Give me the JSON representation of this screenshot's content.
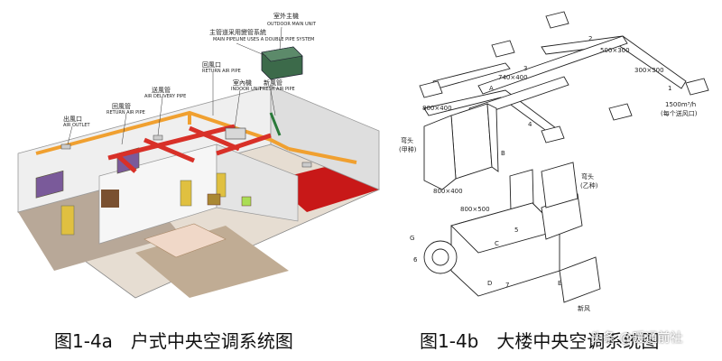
{
  "left_diagram": {
    "labels": {
      "outdoor_unit": "室外主機",
      "outdoor_unit_en": "OUTDOOR MAIN UNIT",
      "main_pipeline": "主管道采用變管系統",
      "main_pipeline_en": "MAIN PIPELINE USES A DOUBLE PIPE SYSTEM",
      "return_air_outlet": "回風口",
      "return_air_outlet_en": "RETURN AIR PIPE",
      "indoor_unit": "室內機",
      "indoor_unit_en": "INDOOR UNIT",
      "fresh_air_pipe": "新風管",
      "fresh_air_pipe_en": "FRESH AIR PIPE",
      "delivery_pipe": "送風管",
      "delivery_pipe_en": "AIR DELIVERY PIPE",
      "return_pipe": "回風管",
      "return_pipe_en": "RETURN AIR PIPE",
      "air_outlet": "出風口",
      "air_outlet_en": "AIR OUTLET"
    },
    "caption": "图1-4a　户式中央空调系统图"
  },
  "right_diagram": {
    "dims": {
      "d1": "500×300",
      "d2": "300×300",
      "d3": "740×400",
      "d4": "800×400",
      "d5": "800×400",
      "d6": "800×500",
      "d7": "1500m³/h",
      "d8": "(每个送风口)"
    },
    "annotations": {
      "elbow_a": "弯头",
      "elbow_a_sub": "(甲种)",
      "elbow_b": "弯头",
      "elbow_b_sub": "(乙种)",
      "fresh_air": "新风"
    },
    "numbers": [
      "1",
      "2",
      "3",
      "4",
      "5",
      "6",
      "7"
    ],
    "letters": [
      "A",
      "B",
      "C",
      "D",
      "E",
      "G"
    ],
    "caption": "图1-4b　大楼中央空调系统图"
  },
  "watermark": "头条 @暖通前社",
  "colors": {
    "pipe_orange": "#f0a030",
    "pipe_red": "#d83028",
    "floor_red": "#c81818",
    "outdoor_green": "#3c6a4a",
    "wall_grey": "#e8e8e8"
  }
}
